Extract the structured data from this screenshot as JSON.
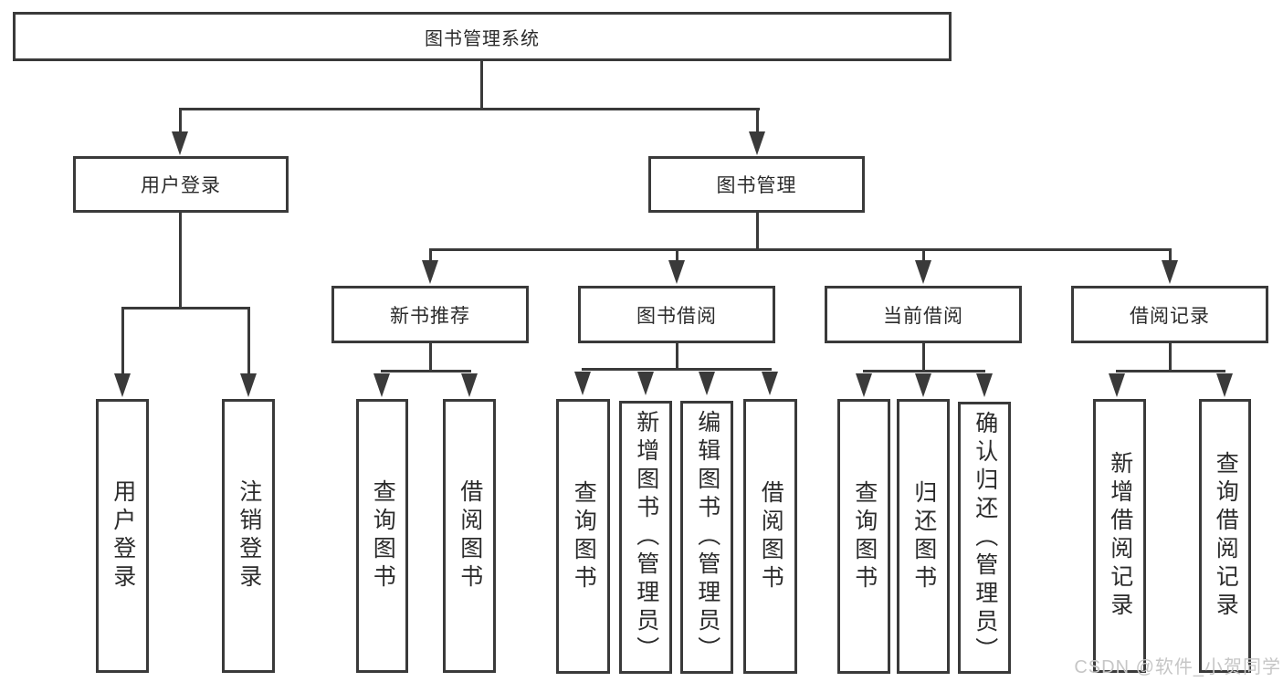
{
  "nodes": {
    "root": "图书管理系统",
    "user_login": "用户登录",
    "book_mgmt": "图书管理",
    "new_book_rec": "新书推荐",
    "book_borrow": "图书借阅",
    "current_borrow": "当前借阅",
    "borrow_records": "借阅记录"
  },
  "leaves": {
    "login_user": "用户登录",
    "login_logout": "注销登录",
    "rec_query": "查询图书",
    "rec_borrow": "借阅图书",
    "borrow_query": "查询图书",
    "borrow_add": "新增图书（管理员）",
    "borrow_edit": "编辑图书（管理员）",
    "borrow_do": "借阅图书",
    "current_query": "查询图书",
    "current_return": "归还图书",
    "current_confirm": "确认归还（管理员）",
    "records_add": "新增借阅记录",
    "records_query": "查询借阅记录"
  },
  "watermark": "CSDN @软件_小贺同学",
  "colors": {
    "line": "#3a3a3a",
    "text": "#2b2b2b",
    "watermark": "#c6c6c6",
    "background": "#ffffff"
  }
}
